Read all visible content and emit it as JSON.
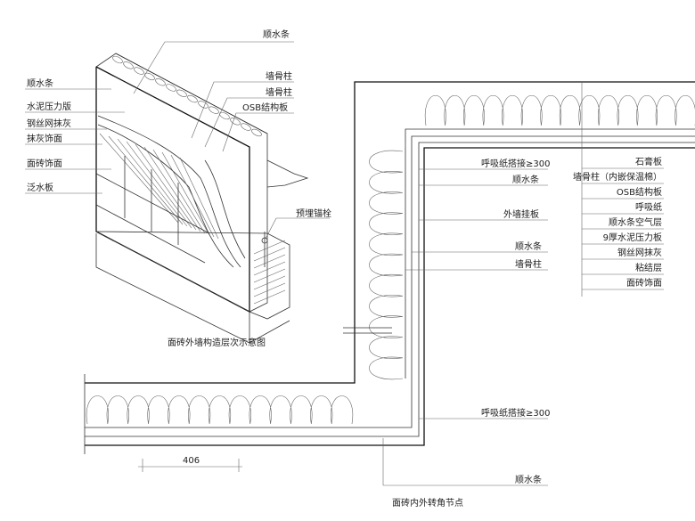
{
  "iso_view": {
    "caption": "面砖外墙构造层次示意图",
    "labels_left": [
      "顺水条",
      "水泥压力版",
      "钢丝网抹灰",
      "抹灰饰面",
      "面砖饰面",
      "泛水板"
    ],
    "label_top": "顺水条",
    "labels_right": [
      "墙骨柱",
      "墙骨柱",
      "OSB结构板"
    ],
    "anchor_label": "预埋锚栓"
  },
  "plan_view": {
    "caption": "面砖内外转角节点",
    "callouts": [
      "呼吸纸搭接≥300",
      "顺水条",
      "外墙挂板",
      "顺水条",
      "墙骨柱"
    ],
    "layer_list": [
      "石膏板",
      "墙骨柱（内嵌保温棉）",
      "OSB结构板",
      "呼吸纸",
      "顺水条空气层",
      "9厚水泥压力板",
      "钢丝网抹灰",
      "粘结层",
      "面砖饰面"
    ],
    "bottom_callouts": [
      "呼吸纸搭接≥300",
      "顺水条"
    ],
    "dimension": "406"
  }
}
